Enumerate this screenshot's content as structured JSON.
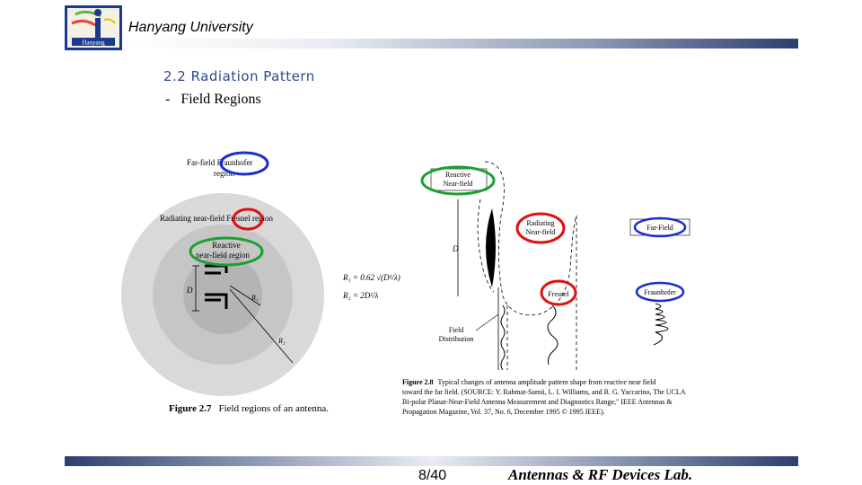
{
  "header": {
    "university": "Hanyang University",
    "logo_text": "Hanyang"
  },
  "slide": {
    "title": "2.2 Radiation Pattern",
    "bullet_marker": "-",
    "bullet_text": "Field Regions"
  },
  "figure_27": {
    "far_field_label_1": "Far-field",
    "far_field_label_2": "Fraunhofer",
    "far_field_label_3": "region",
    "radiating_label_1": "Radiating near-field",
    "radiating_label_2": "Fresnel",
    "radiating_label_3": "region",
    "reactive_label_1": "Reactive",
    "reactive_label_2": "near-field region",
    "d_label": "D",
    "r1_label": "R₁",
    "r2_label": "R₂",
    "r1_formula": "R₁ = 0.62 √(D³/λ)",
    "r2_formula": "R₂ = 2D²/λ",
    "caption_bold": "Figure 2.7",
    "caption_text": "Field regions of an antenna."
  },
  "figure_28": {
    "reactive_1": "Reactive",
    "reactive_2": "Near-field",
    "radiating_1": "Radiating",
    "radiating_2": "Near-field",
    "far_field": "Far-Field",
    "fresnel": "Fresnel",
    "fraunhofer": "Fraunhofer",
    "d_label": "D",
    "distribution_1": "Field",
    "distribution_2": "Distribution",
    "caption_bold": "Figure 2.8",
    "caption_line1": "Typical changes of antenna amplitude pattern shape from reactive near field",
    "caption_line2": "toward the far field. (SOURCE: Y. Rahmat-Samii, L. I. Williams, and R. G. Yaccarino, The UCLA",
    "caption_line3": "Bi-polar Planar-Near-Field Antenna Measurement and Diagnostics Range,\" IEEE Antennas &",
    "caption_line4": "Propagation Magazine, Vol. 37, No. 6, December 1995 © 1995 IEEE)."
  },
  "footer": {
    "page": "8/40",
    "lab": "Antennas & RF Devices Lab."
  },
  "colors": {
    "title": "#2e4a8a",
    "blue_circle": "#1a2fd0",
    "red_circle": "#e01010",
    "green_circle": "#1aa030",
    "bar_dark": "#2c3e70"
  }
}
